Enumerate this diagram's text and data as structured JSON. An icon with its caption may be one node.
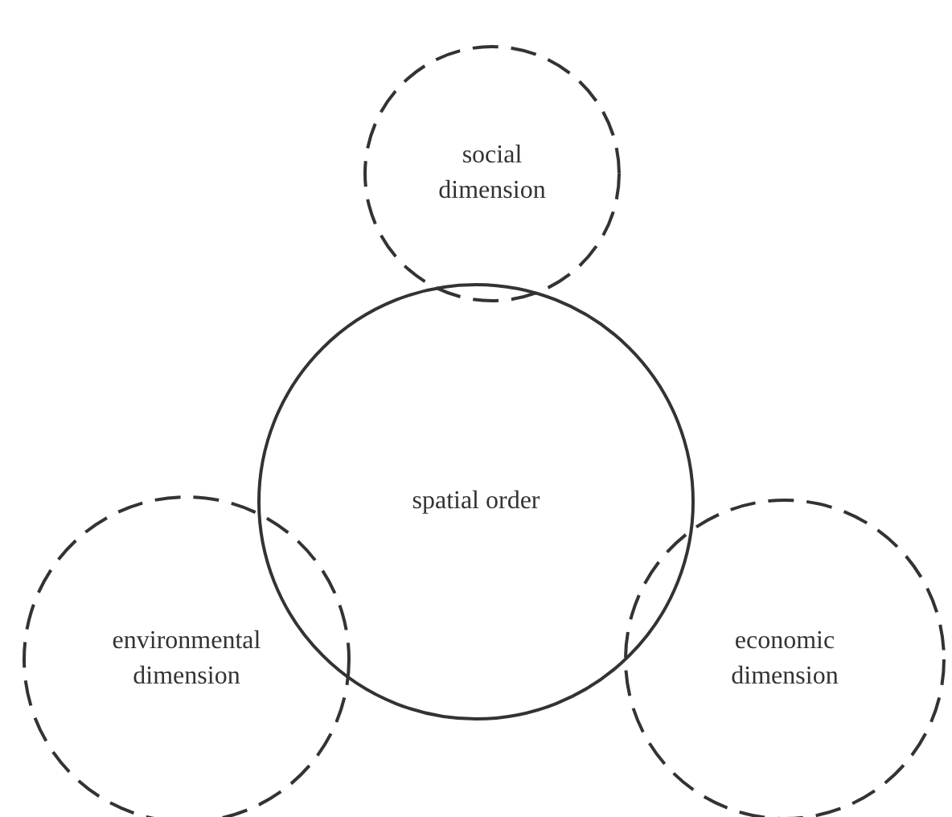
{
  "diagram": {
    "nodes": [
      {
        "text": [
          "social dimension"
        ]
      },
      {
        "text": [
          "spatial order"
        ]
      },
      {
        "text": [
          "environmental dimension"
        ]
      },
      {
        "text": [
          "economic dimension"
        ]
      }
    ]
  }
}
